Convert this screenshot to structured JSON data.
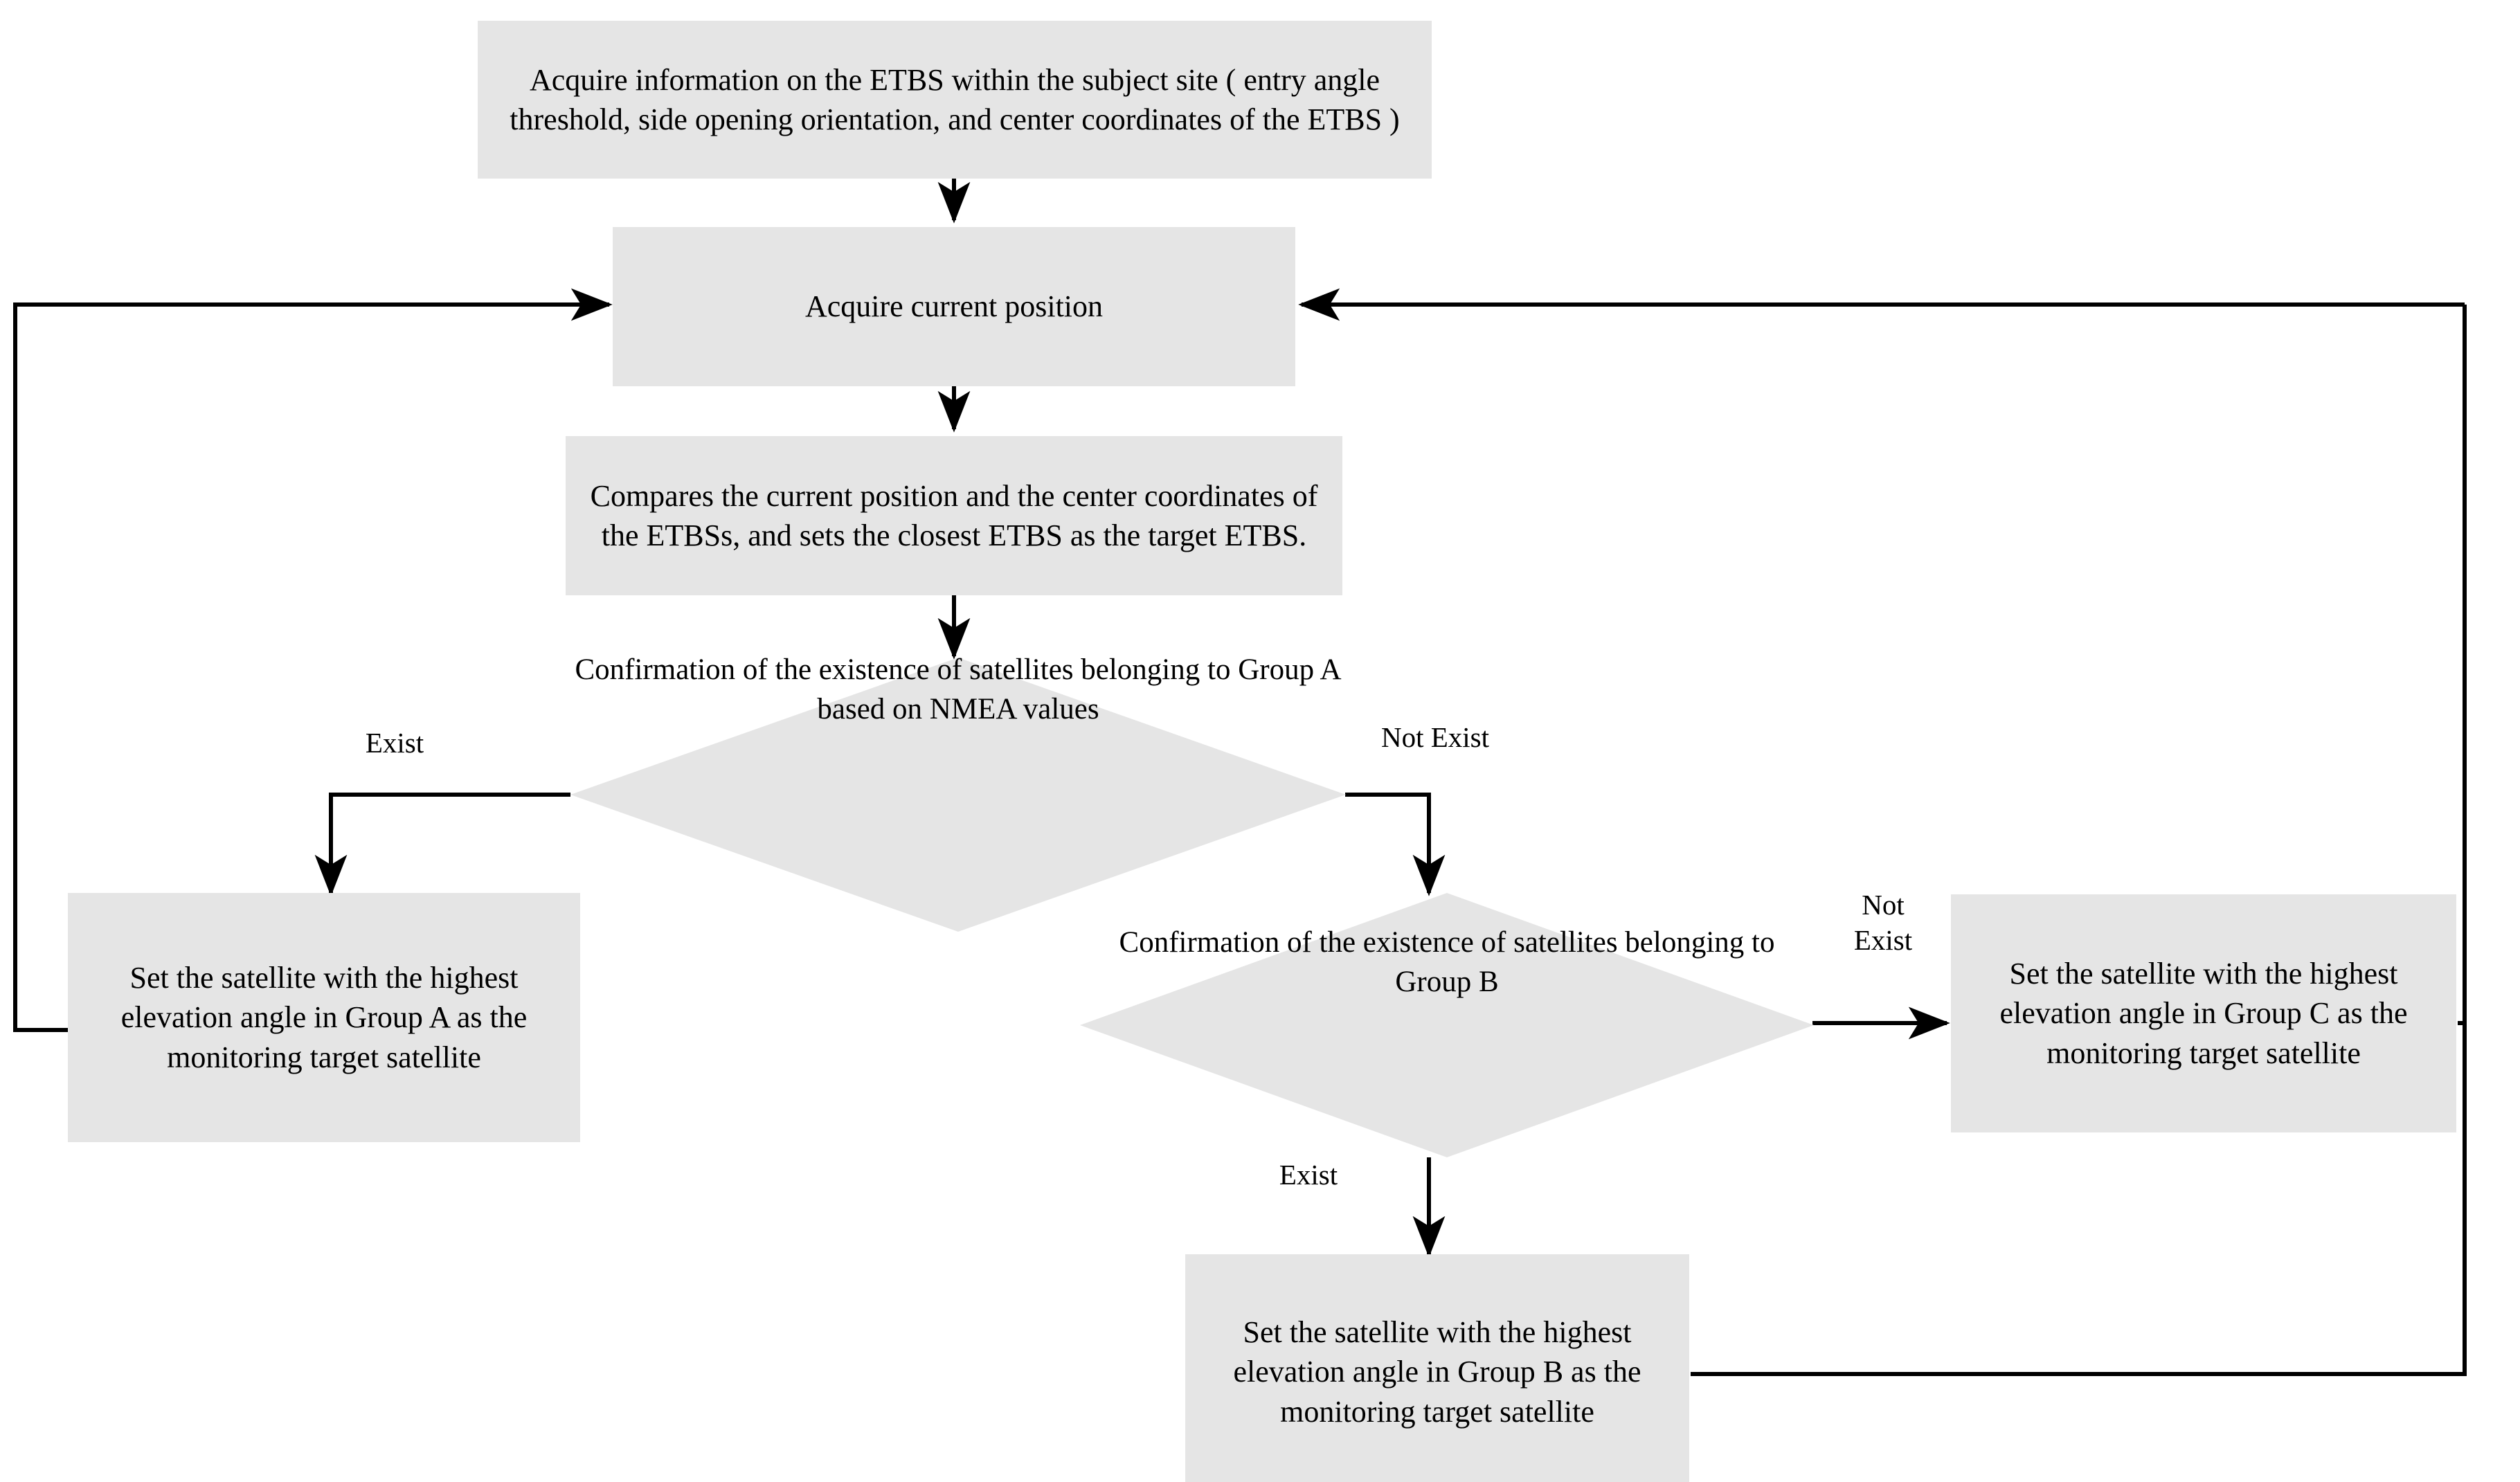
{
  "diagram": {
    "type": "flowchart",
    "title": "",
    "nodes": [
      {
        "id": "acquire-info",
        "shape": "process",
        "text": "Acquire information on the ETBS within the subject site ( entry angle threshold, side opening orientation, and center coordinates of the ETBS )"
      },
      {
        "id": "acquire-position",
        "shape": "process",
        "text": "Acquire current position"
      },
      {
        "id": "compare-position",
        "shape": "process",
        "text": "Compares the current position and the center coordinates of the ETBSs, and sets the closest ETBS as the target ETBS."
      },
      {
        "id": "decision-group-a",
        "shape": "decision",
        "text": "Confirmation of the existence of satellites belonging to Group A based on NMEA values"
      },
      {
        "id": "decision-group-b",
        "shape": "decision",
        "text": "Confirmation of the existence of satellites belonging to Group B"
      },
      {
        "id": "set-group-a",
        "shape": "process",
        "text": "Set the satellite with the highest elevation angle in Group A as the monitoring target satellite"
      },
      {
        "id": "set-group-b",
        "shape": "process",
        "text": "Set the satellite with the highest elevation angle in Group B as the monitoring target satellite"
      },
      {
        "id": "set-group-c",
        "shape": "process",
        "text": "Set the satellite with the highest elevation angle in Group C as the monitoring target satellite"
      }
    ],
    "edge_labels": {
      "a_exist": "Exist",
      "a_not_exist": "Not Exist",
      "b_exist": "Exist",
      "b_not_exist": "Not\nExist"
    },
    "colors": {
      "node_fill": "#e5e5e5",
      "edge_stroke": "#000000",
      "text": "#000000",
      "background": "#ffffff"
    }
  }
}
